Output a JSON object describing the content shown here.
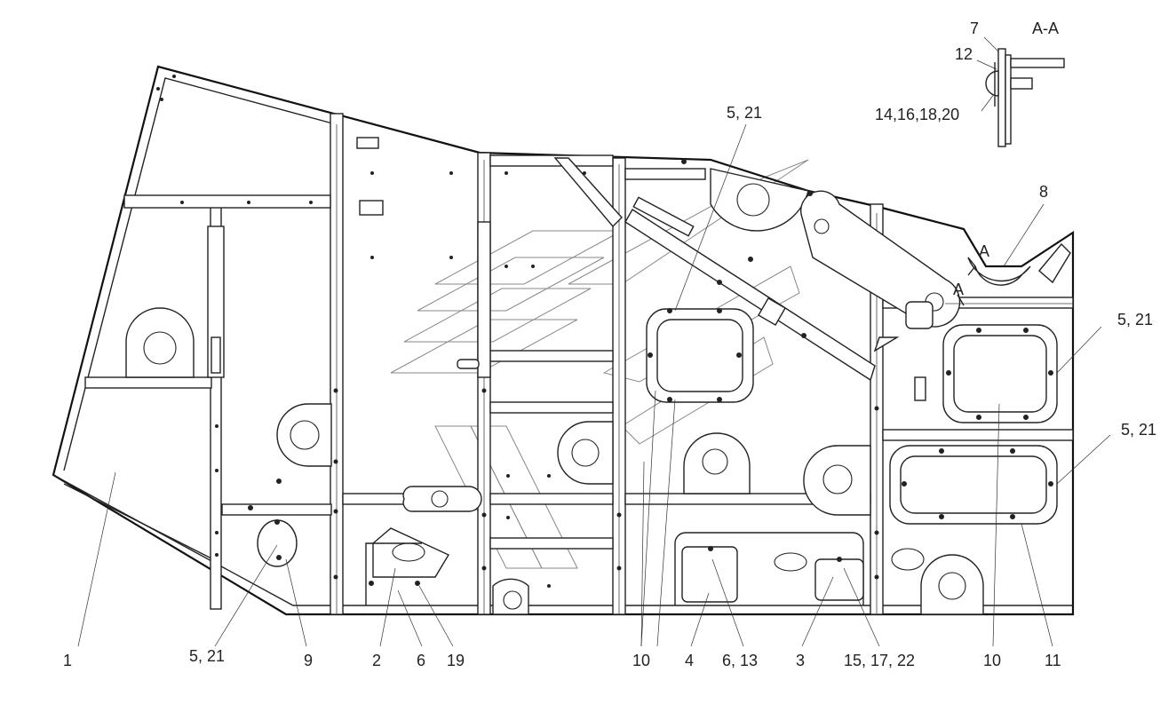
{
  "section_title": "A-A",
  "section_marks": [
    "A",
    "A"
  ],
  "callouts": [
    {
      "id": "c-1",
      "text": "1"
    },
    {
      "id": "c-5-21-a",
      "text": "5, 21"
    },
    {
      "id": "c-9",
      "text": "9"
    },
    {
      "id": "c-2",
      "text": "2"
    },
    {
      "id": "c-6",
      "text": "6"
    },
    {
      "id": "c-19",
      "text": "19"
    },
    {
      "id": "c-10-a",
      "text": "10"
    },
    {
      "id": "c-4",
      "text": "4"
    },
    {
      "id": "c-6-13",
      "text": "6, 13"
    },
    {
      "id": "c-3",
      "text": "3"
    },
    {
      "id": "c-15-17-22",
      "text": "15, 17, 22"
    },
    {
      "id": "c-10-b",
      "text": "10"
    },
    {
      "id": "c-11",
      "text": "11"
    },
    {
      "id": "c-5-21-b",
      "text": "5, 21"
    },
    {
      "id": "c-5-21-c",
      "text": "5, 21"
    },
    {
      "id": "c-5-21-d",
      "text": "5, 21"
    },
    {
      "id": "c-8",
      "text": "8"
    },
    {
      "id": "c-7",
      "text": "7"
    },
    {
      "id": "c-12",
      "text": "12"
    },
    {
      "id": "c-14-16-18-20",
      "text": "14,16,18,20"
    }
  ]
}
